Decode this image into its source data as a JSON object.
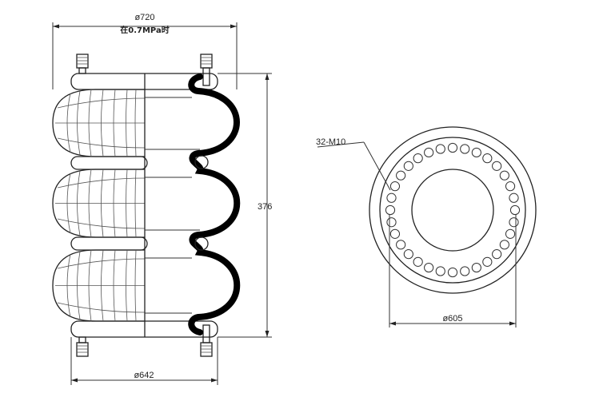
{
  "dimensions": {
    "top_diameter": "ø720",
    "pressure_note": "在0.7MPa时",
    "height": "376",
    "bottom_diameter": "ø642",
    "bolt_spec": "32-M10",
    "plate_diameter": "ø605"
  },
  "colors": {
    "line": "#222222",
    "bellows_fill": "#000000",
    "background": "#ffffff"
  },
  "bolt_count": 32
}
